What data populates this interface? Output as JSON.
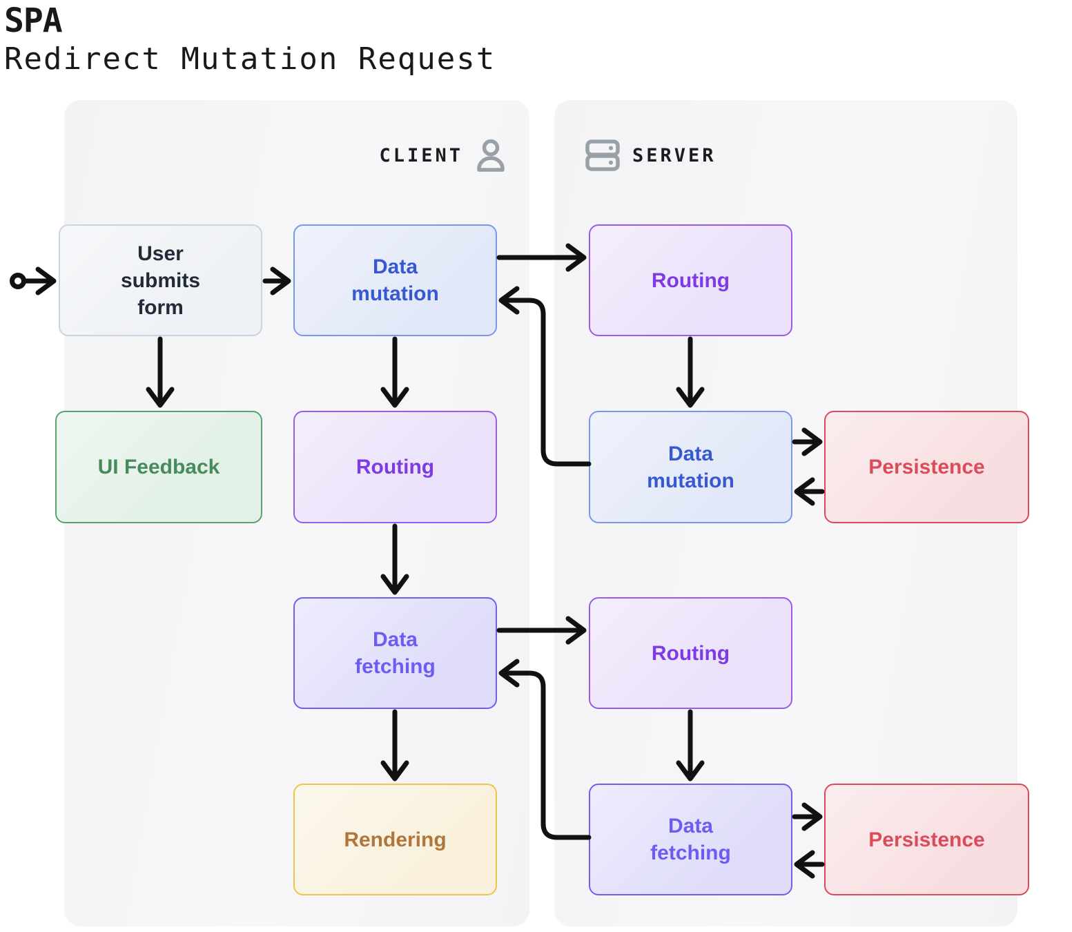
{
  "title": "SPA",
  "subtitle": "Redirect Mutation Request",
  "lanes": {
    "client": {
      "label": "CLIENT",
      "icon": "person-icon"
    },
    "server": {
      "label": "SERVER",
      "icon": "server-icon"
    }
  },
  "nodes": {
    "user_submits_form": {
      "label": "User\nsubmits\nform",
      "color": "gray",
      "lane": "client"
    },
    "data_mutation_client": {
      "label": "Data\nmutation",
      "color": "blue",
      "lane": "client"
    },
    "ui_feedback": {
      "label": "UI Feedback",
      "color": "green",
      "lane": "client"
    },
    "routing_client": {
      "label": "Routing",
      "color": "purple",
      "lane": "client"
    },
    "data_fetching_client": {
      "label": "Data\nfetching",
      "color": "indigo",
      "lane": "client"
    },
    "rendering": {
      "label": "Rendering",
      "color": "yellow",
      "lane": "client"
    },
    "routing_server_1": {
      "label": "Routing",
      "color": "purple",
      "lane": "server"
    },
    "data_mutation_server": {
      "label": "Data\nmutation",
      "color": "blue",
      "lane": "server"
    },
    "persistence_1": {
      "label": "Persistence",
      "color": "red",
      "lane": "server"
    },
    "routing_server_2": {
      "label": "Routing",
      "color": "purple",
      "lane": "server"
    },
    "data_fetching_server": {
      "label": "Data\nfetching",
      "color": "indigo",
      "lane": "server"
    },
    "persistence_2": {
      "label": "Persistence",
      "color": "red",
      "lane": "server"
    }
  },
  "edges": [
    {
      "from": "start",
      "to": "user_submits_form"
    },
    {
      "from": "user_submits_form",
      "to": "data_mutation_client"
    },
    {
      "from": "user_submits_form",
      "to": "ui_feedback"
    },
    {
      "from": "data_mutation_client",
      "to": "routing_server_1"
    },
    {
      "from": "routing_server_1",
      "to": "data_mutation_server"
    },
    {
      "from": "data_mutation_server",
      "to": "data_mutation_client"
    },
    {
      "from": "data_mutation_server",
      "to": "persistence_1"
    },
    {
      "from": "persistence_1",
      "to": "data_mutation_server"
    },
    {
      "from": "data_mutation_client",
      "to": "routing_client"
    },
    {
      "from": "routing_client",
      "to": "data_fetching_client"
    },
    {
      "from": "data_fetching_client",
      "to": "routing_server_2"
    },
    {
      "from": "routing_server_2",
      "to": "data_fetching_server"
    },
    {
      "from": "data_fetching_server",
      "to": "data_fetching_client"
    },
    {
      "from": "data_fetching_server",
      "to": "persistence_2"
    },
    {
      "from": "persistence_2",
      "to": "data_fetching_server"
    },
    {
      "from": "data_fetching_client",
      "to": "rendering"
    }
  ],
  "colors": {
    "ink": "#111111",
    "ink_title": "#17191c",
    "ink_label": "#1a1c1f",
    "icon_gray": "#9aa0a8",
    "panel_dark": "#f3f3f5",
    "panel_light": "#f7f7f9",
    "gray_bg": "#eef1f5",
    "gray_bd": "#c9d3e1",
    "gray_tx": "#222a38",
    "blue_bg": "#e2e8f8",
    "blue_bd": "#7b97ea",
    "blue_tx": "#3659d2",
    "purple_bg": "#eae1fa",
    "purple_bd": "#9a5ce8",
    "purple_tx": "#7e3be4",
    "indigo_bg": "#dfddfa",
    "indigo_bd": "#6f5fec",
    "indigo_tx": "#6e5cf2",
    "green_bg": "#e2f0e6",
    "green_bd": "#57a26d",
    "green_tx": "#478a5b",
    "red_bg": "#f8dee1",
    "red_bd": "#d84b57",
    "red_tx": "#da4c58",
    "yellow_bg": "#f9f1dd",
    "yellow_bd": "#e9c74d",
    "yellow_tx": "#b0763c"
  }
}
